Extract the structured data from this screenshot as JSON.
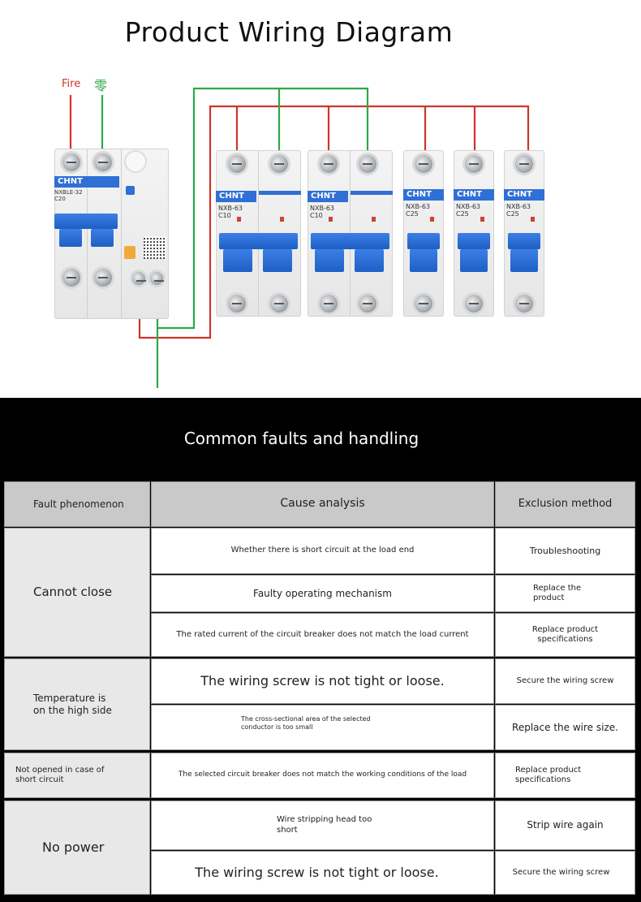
{
  "diagram": {
    "title": "Product Wiring Diagram",
    "fire_label": "Fire",
    "neutral_label": "零",
    "wire_colors": {
      "fire": "#d0342c",
      "neutral": "#2ea84a"
    },
    "breakers": [
      {
        "brand": "CHNT",
        "model": "NXBLE-32",
        "rating": "C20"
      },
      {
        "brand": "CHNT",
        "model": "NXB-63",
        "rating": "C10"
      },
      {
        "brand": "CHNT",
        "model": "NXB-63",
        "rating": "C10"
      },
      {
        "brand": "CHNT",
        "model": "NXB-63",
        "rating": "C25"
      },
      {
        "brand": "CHNT",
        "model": "NXB-63",
        "rating": "C25"
      },
      {
        "brand": "CHNT",
        "model": "NXB-63",
        "rating": "C25"
      }
    ]
  },
  "faults": {
    "title": "Common faults and handling",
    "headers": {
      "phenomenon": "Fault phenomenon",
      "cause": "Cause analysis",
      "method": "Exclusion method"
    },
    "groups": [
      {
        "phenomenon": "Cannot close",
        "rows": [
          {
            "cause": "Whether there is short circuit at the load end",
            "method": "Troubleshooting"
          },
          {
            "cause": "Faulty operating mechanism",
            "method": "Replace the product"
          },
          {
            "cause": "The rated current of the circuit breaker does not match the load current",
            "method": "Replace product specifications"
          }
        ]
      },
      {
        "phenomenon": "Temperature is on the high side",
        "rows": [
          {
            "cause": "The wiring screw is not tight or loose.",
            "method": "Secure the wiring screw"
          },
          {
            "cause": "The cross-sectional area of the selected conductor is too small",
            "method": "Replace the wire size."
          }
        ]
      },
      {
        "phenomenon": "Not opened in case of short circuit",
        "rows": [
          {
            "cause": "The selected circuit breaker does not match the working conditions of the load",
            "method": "Replace product specifications"
          }
        ]
      },
      {
        "phenomenon": "No power",
        "rows": [
          {
            "cause": "Wire stripping head too short",
            "method": "Strip wire again"
          },
          {
            "cause": "The wiring screw is not tight or loose.",
            "method": "Secure the wiring screw"
          }
        ]
      }
    ]
  }
}
